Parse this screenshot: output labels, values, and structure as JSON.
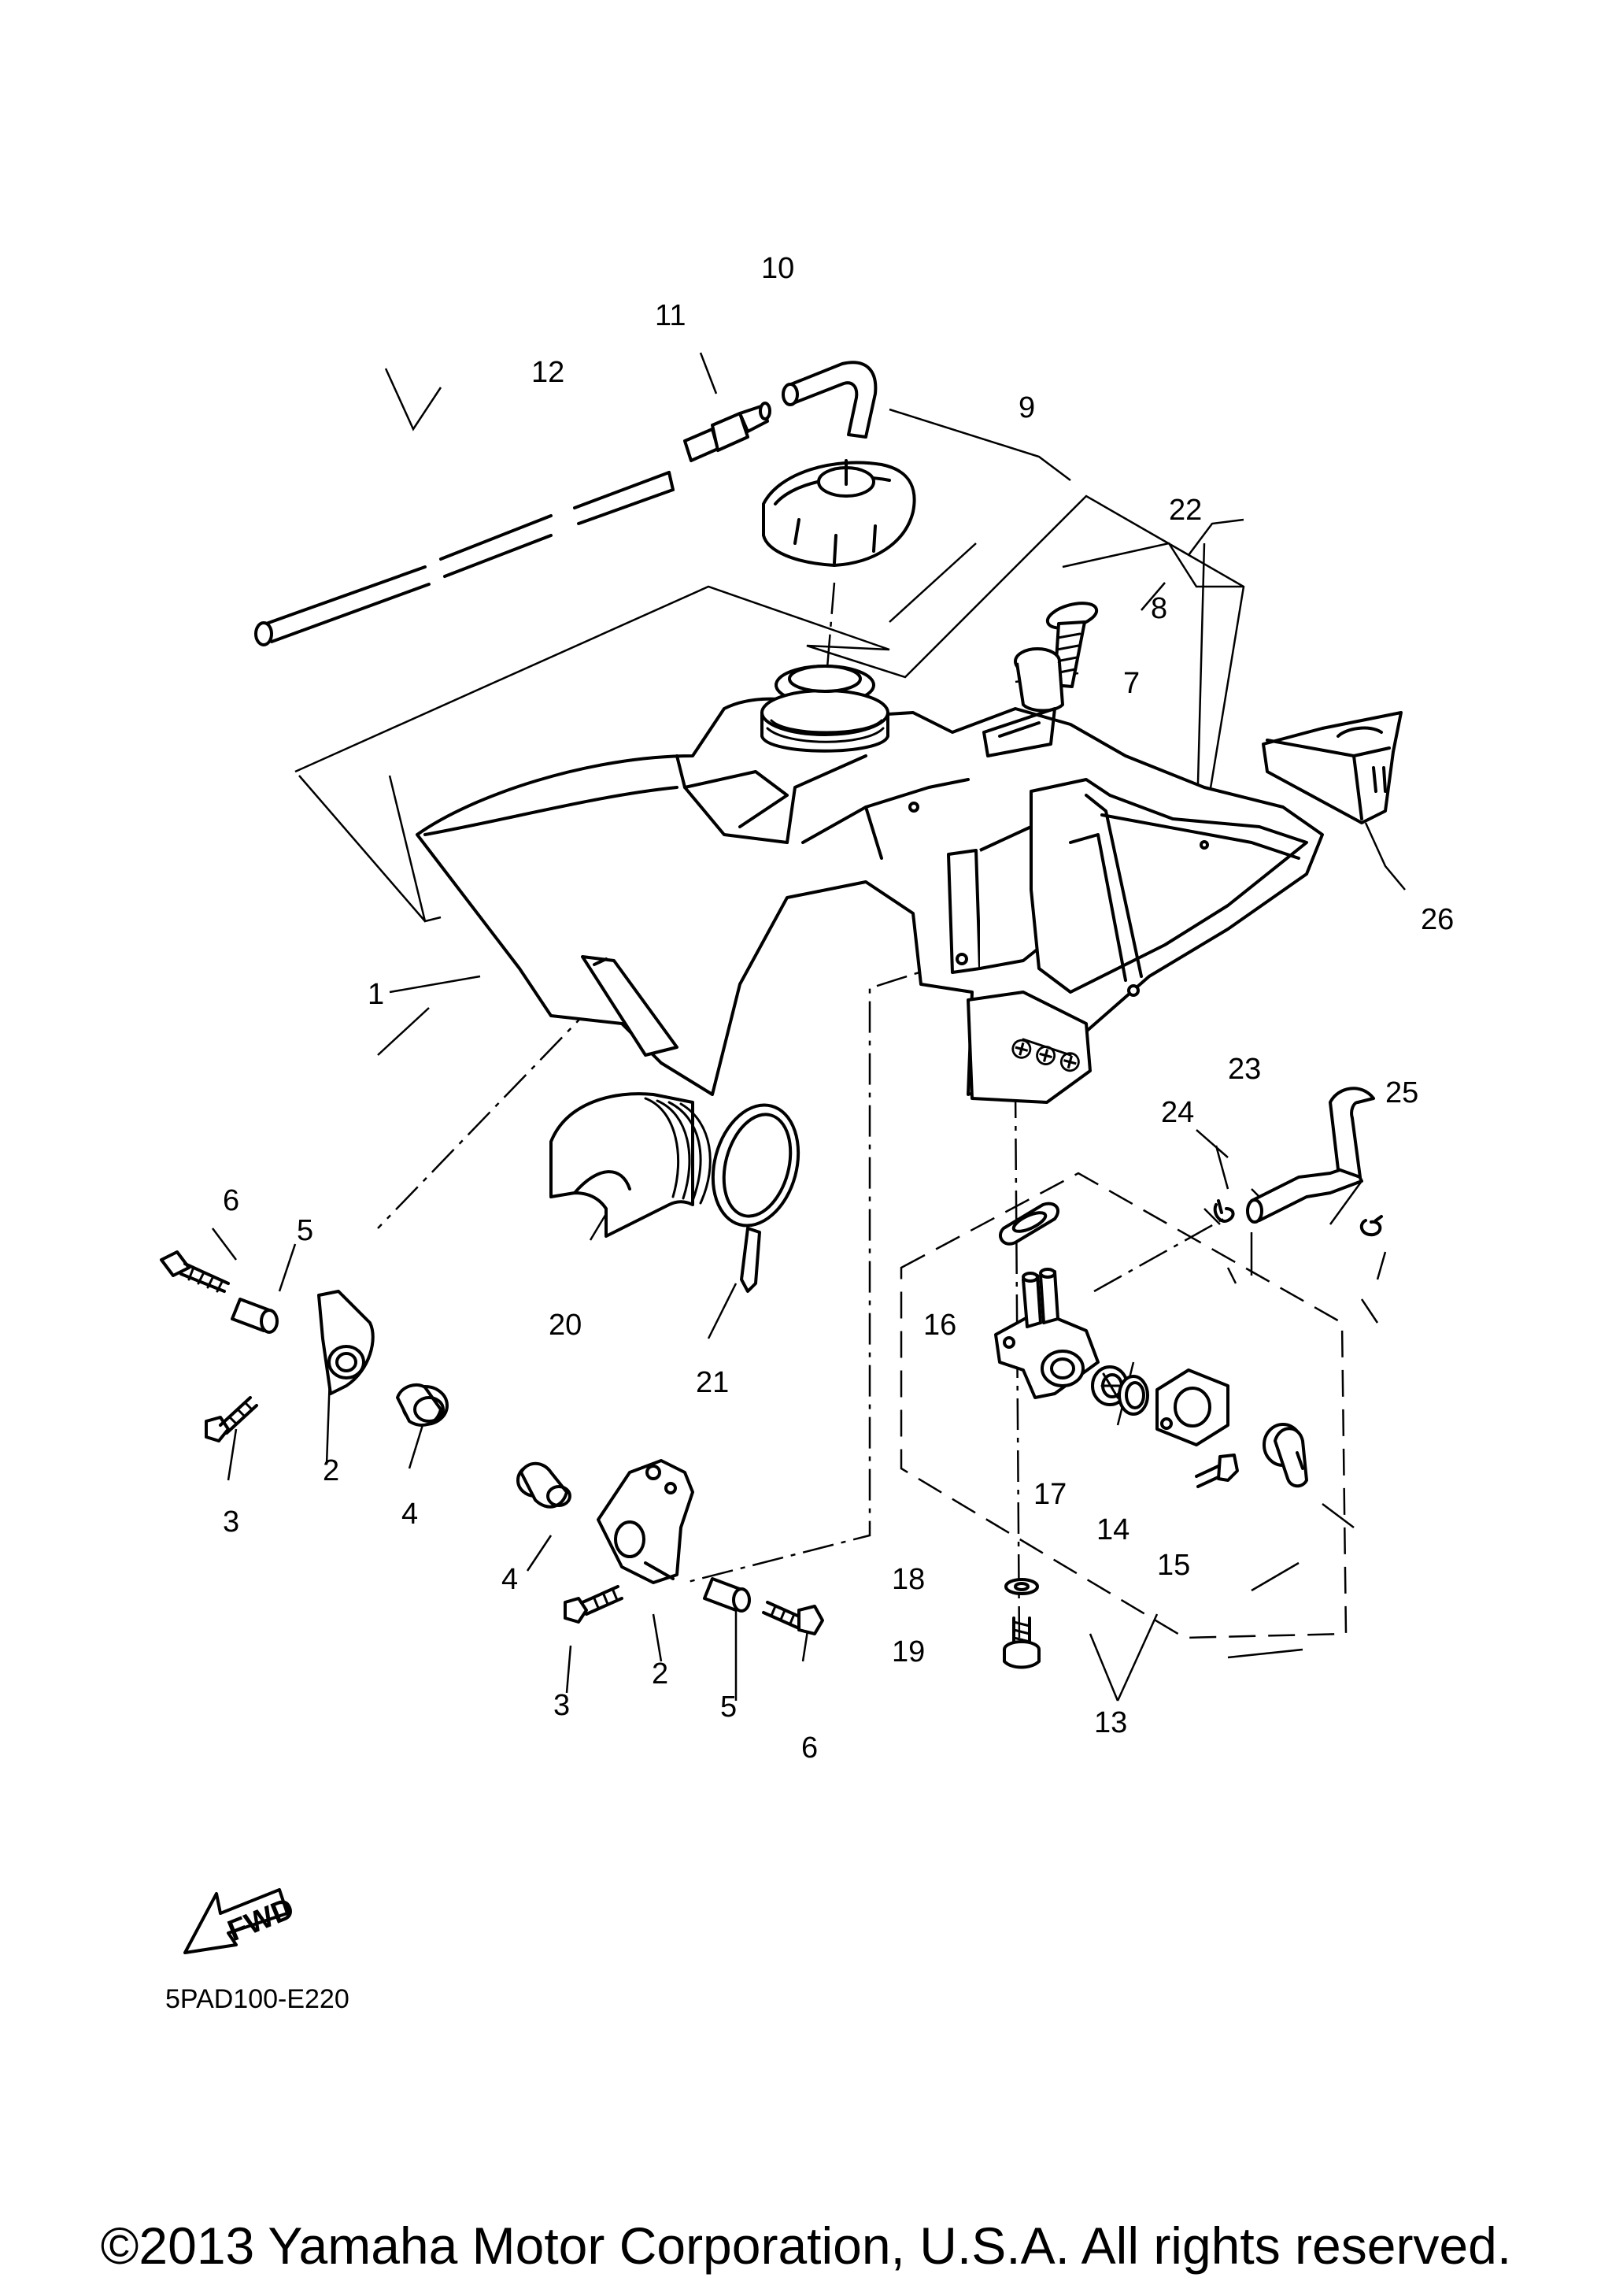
{
  "diagram": {
    "callouts": [
      {
        "id": "c1",
        "number": "1"
      },
      {
        "id": "c2a",
        "number": "2"
      },
      {
        "id": "c2b",
        "number": "2"
      },
      {
        "id": "c3a",
        "number": "3"
      },
      {
        "id": "c3b",
        "number": "3"
      },
      {
        "id": "c4a",
        "number": "4"
      },
      {
        "id": "c4b",
        "number": "4"
      },
      {
        "id": "c5a",
        "number": "5"
      },
      {
        "id": "c5b",
        "number": "5"
      },
      {
        "id": "c6a",
        "number": "6"
      },
      {
        "id": "c6b",
        "number": "6"
      },
      {
        "id": "c7",
        "number": "7"
      },
      {
        "id": "c8",
        "number": "8"
      },
      {
        "id": "c9",
        "number": "9"
      },
      {
        "id": "c10",
        "number": "10"
      },
      {
        "id": "c11",
        "number": "11"
      },
      {
        "id": "c12",
        "number": "12"
      },
      {
        "id": "c13",
        "number": "13"
      },
      {
        "id": "c14",
        "number": "14"
      },
      {
        "id": "c15",
        "number": "15"
      },
      {
        "id": "c16",
        "number": "16"
      },
      {
        "id": "c17",
        "number": "17"
      },
      {
        "id": "c18",
        "number": "18"
      },
      {
        "id": "c19",
        "number": "19"
      },
      {
        "id": "c20",
        "number": "20"
      },
      {
        "id": "c21",
        "number": "21"
      },
      {
        "id": "c22",
        "number": "22"
      },
      {
        "id": "c23",
        "number": "23"
      },
      {
        "id": "c24",
        "number": "24"
      },
      {
        "id": "c25",
        "number": "25"
      },
      {
        "id": "c26",
        "number": "26"
      }
    ],
    "fwd_label": "FWD",
    "drawing_code": "5PAD100-E220",
    "copyright": "©2013 Yamaha Motor Corporation, U.S.A. All rights reserved."
  }
}
